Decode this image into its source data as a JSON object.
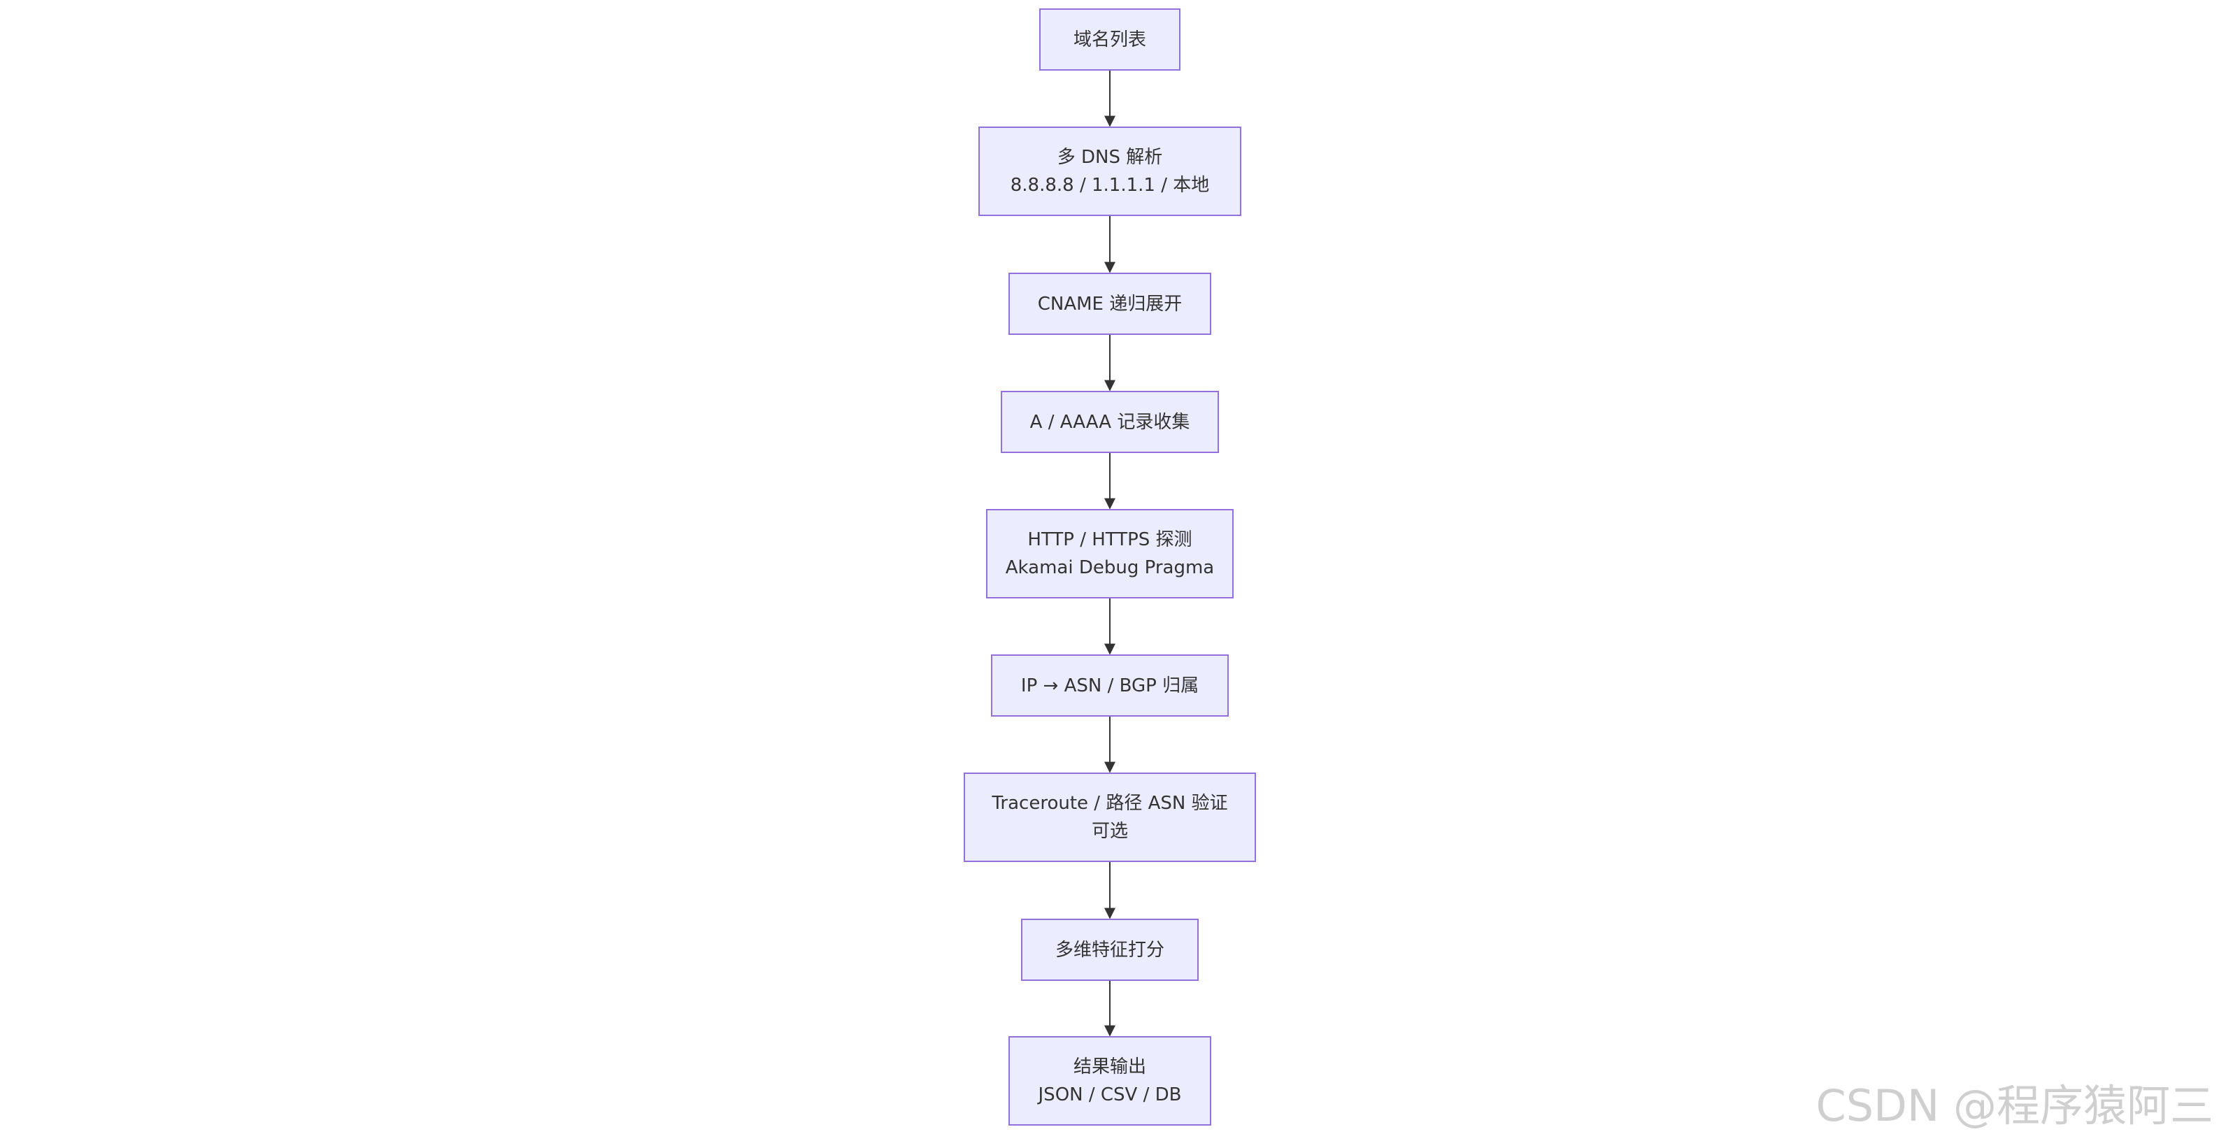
{
  "flowchart": {
    "nodes": [
      {
        "id": "domain-list",
        "lines": [
          "域名列表"
        ]
      },
      {
        "id": "multi-dns",
        "lines": [
          "多 DNS 解析",
          "8.8.8.8 / 1.1.1.1 / 本地"
        ]
      },
      {
        "id": "cname-expand",
        "lines": [
          "CNAME 递归展开"
        ]
      },
      {
        "id": "record-collect",
        "lines": [
          "A / AAAA 记录收集"
        ]
      },
      {
        "id": "http-probe",
        "lines": [
          "HTTP / HTTPS 探测",
          "Akamai Debug Pragma"
        ]
      },
      {
        "id": "asn-lookup",
        "lines": [
          "IP → ASN / BGP 归属"
        ]
      },
      {
        "id": "traceroute",
        "lines": [
          "Traceroute / 路径 ASN 验证",
          "可选"
        ]
      },
      {
        "id": "scoring",
        "lines": [
          "多维特征打分"
        ]
      },
      {
        "id": "output",
        "lines": [
          "结果输出",
          "JSON / CSV / DB"
        ]
      }
    ],
    "edges": [
      [
        "domain-list",
        "multi-dns"
      ],
      [
        "multi-dns",
        "cname-expand"
      ],
      [
        "cname-expand",
        "record-collect"
      ],
      [
        "record-collect",
        "http-probe"
      ],
      [
        "http-probe",
        "asn-lookup"
      ],
      [
        "asn-lookup",
        "traceroute"
      ],
      [
        "traceroute",
        "scoring"
      ],
      [
        "scoring",
        "output"
      ]
    ],
    "colors": {
      "node_fill": "#ececff",
      "node_border": "#9370db",
      "edge": "#333333",
      "text": "#333333"
    }
  },
  "watermark": "CSDN @程序猿阿三"
}
